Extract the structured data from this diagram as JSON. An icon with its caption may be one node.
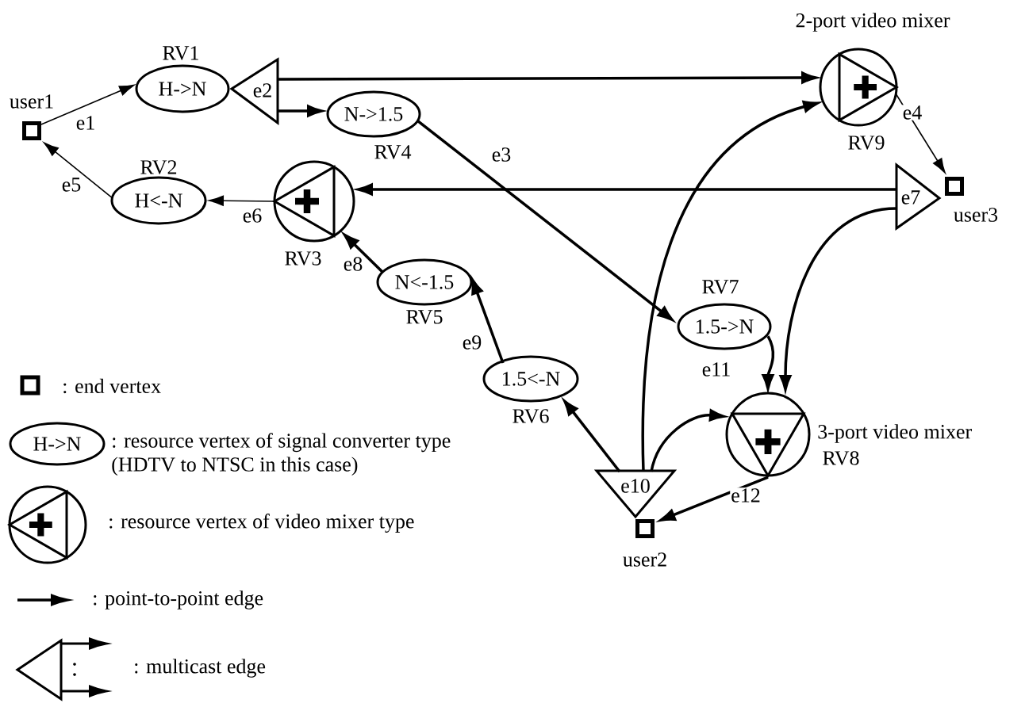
{
  "diagram": {
    "nodes": [
      {
        "text": [
          "user1"
        ]
      },
      {
        "text": [
          "RV1",
          "H->N"
        ]
      },
      {
        "text": [
          "e2"
        ]
      },
      {
        "text": [
          "N->1.5",
          "RV4"
        ]
      },
      {
        "text": [
          "RV9"
        ],
        "beside": [
          "2-port video mixer"
        ]
      },
      {
        "text": [
          "user3"
        ]
      },
      {
        "text": [
          "e7"
        ]
      },
      {
        "text": [
          "RV2",
          "H<-N"
        ]
      },
      {
        "text": [
          "RV3"
        ]
      },
      {
        "text": [
          "N<-1.5",
          "RV5"
        ]
      },
      {
        "text": [
          "RV7",
          "1.5->N"
        ]
      },
      {
        "text": [
          "1.5<-N",
          "RV6"
        ]
      },
      {
        "text": [
          "RV8"
        ],
        "beside": [
          "3-port video mixer"
        ]
      },
      {
        "text": [
          "e10"
        ]
      },
      {
        "text": [
          "user2"
        ]
      }
    ],
    "edges": [
      {
        "from": 0,
        "to": 1,
        "arrow": "to",
        "label": "e1"
      },
      {
        "from": 2,
        "to": 4,
        "arrow": "to"
      },
      {
        "from": 2,
        "to": 3,
        "arrow": "to"
      },
      {
        "from": 3,
        "to": 10,
        "arrow": "to",
        "label": "e3"
      },
      {
        "from": 4,
        "to": 5,
        "arrow": "to",
        "label": "e4"
      },
      {
        "from": 6,
        "to": 8,
        "arrow": "to"
      },
      {
        "from": 6,
        "to": 12,
        "arrow": "to"
      },
      {
        "from": 7,
        "to": 0,
        "arrow": "to",
        "label": "e5"
      },
      {
        "from": 8,
        "to": 7,
        "arrow": "to",
        "label": "e6"
      },
      {
        "from": 9,
        "to": 8,
        "arrow": "to",
        "label": "e8"
      },
      {
        "from": 11,
        "to": 9,
        "arrow": "to",
        "label": "e9"
      },
      {
        "from": 10,
        "to": 12,
        "arrow": "to",
        "label": "e11"
      },
      {
        "from": 13,
        "to": 11,
        "arrow": "to"
      },
      {
        "from": 13,
        "to": 4,
        "arrow": "to"
      },
      {
        "from": 13,
        "to": 12,
        "arrow": "to"
      },
      {
        "from": 12,
        "to": 14,
        "arrow": "to",
        "label": "e12"
      }
    ],
    "labels": [
      "H->N"
    ],
    "legend": [
      {
        "text": ": end vertex"
      },
      {
        "text": ": resource vertex of signal converter type (HDTV to NTSC in this case)"
      },
      {
        "text": ": resource vertex of video mixer type"
      },
      {
        "text": ": point-to-point edge"
      },
      {
        "text": ": multicast edge"
      }
    ]
  }
}
